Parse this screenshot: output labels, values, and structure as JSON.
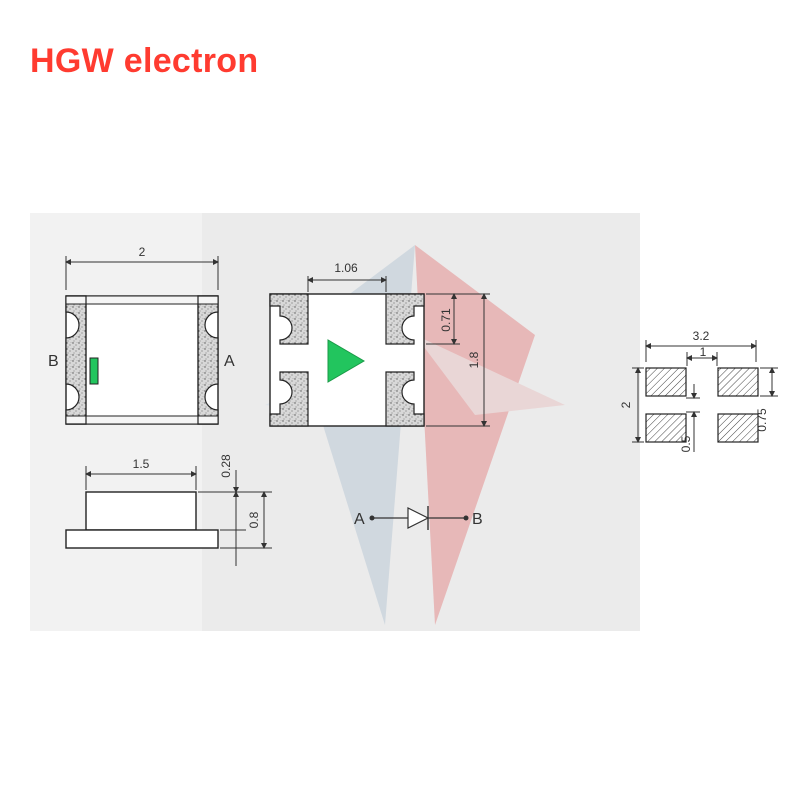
{
  "brand": {
    "text": "HGW electron",
    "color": "#ff3b30"
  },
  "package": {
    "top_view": {
      "width": "2",
      "pin_b": "B",
      "pin_a": "A"
    },
    "bottom_view": {
      "pad_gap": "1.06",
      "pad_height": "0.71",
      "height": "1.8"
    },
    "side_view": {
      "width": "1.5",
      "lens_height": "0.28",
      "total_height": "0.8"
    },
    "symbol": {
      "anode": "A",
      "cathode": "B"
    },
    "land_pattern": {
      "width": "3.2",
      "gap": "1",
      "height": "2",
      "pad_height": "0.75",
      "pad_gap": "0.5"
    }
  },
  "colors": {
    "led_green": "#22c55e",
    "pad_speckle": "#cfcfcf",
    "outline": "#222222"
  }
}
